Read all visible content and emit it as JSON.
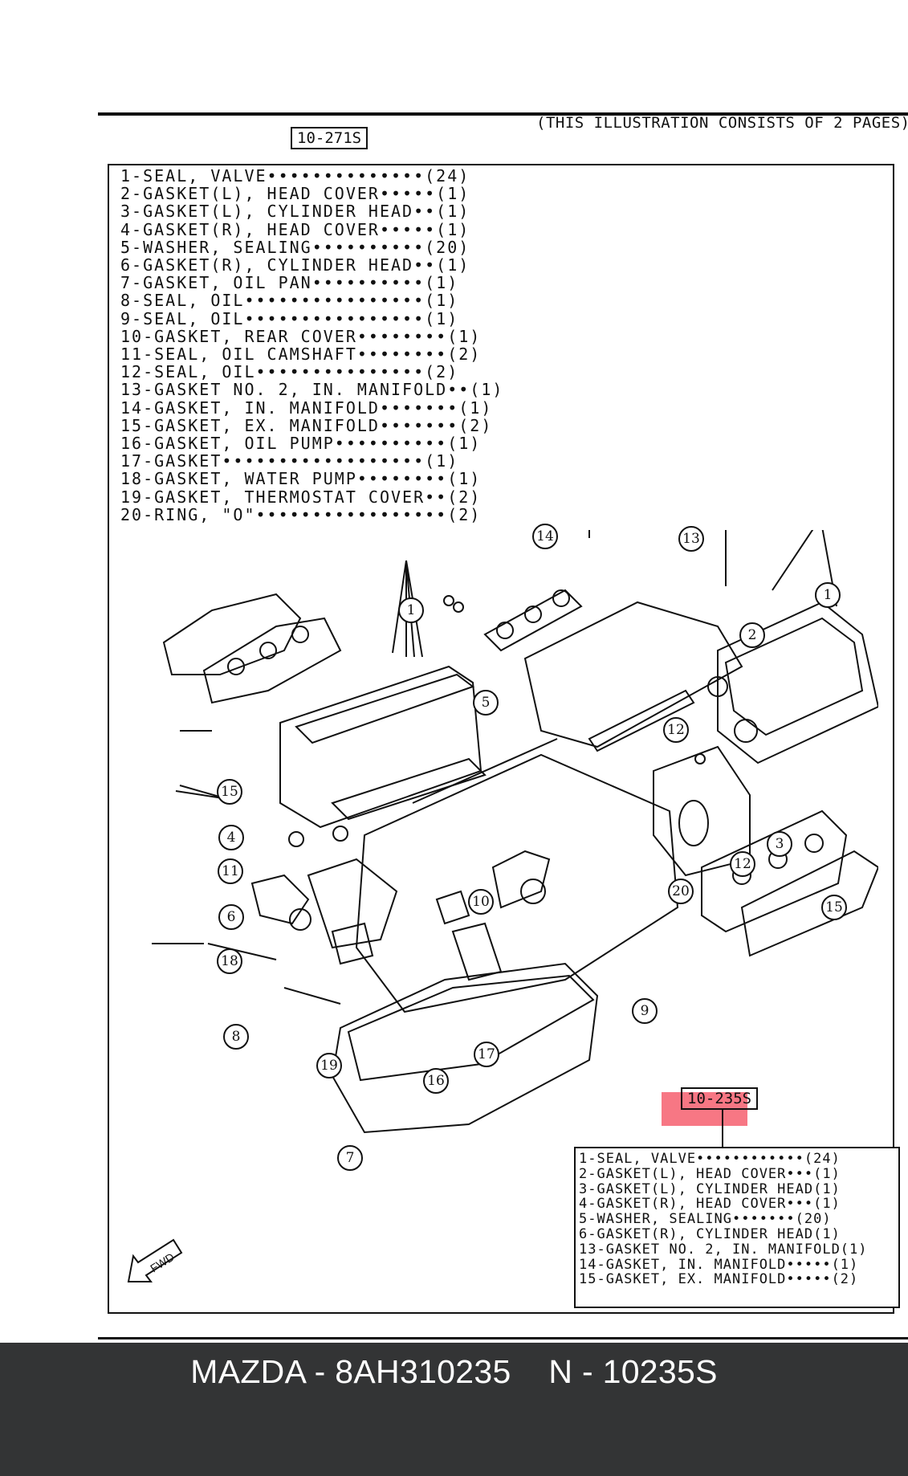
{
  "header": {
    "note": "(THIS ILLUSTRATION CONSISTS OF  2 PAGES)",
    "kit_code_main": "10-271S",
    "kit_code_sub": "10-235S"
  },
  "parts_list_main": [
    "1-SEAL, VALVE••••••••••••••(24)",
    "2-GASKET(L), HEAD COVER•••••(1)",
    "3-GASKET(L), CYLINDER HEAD••(1)",
    "4-GASKET(R), HEAD COVER•••••(1)",
    "5-WASHER, SEALING••••••••••(20)",
    "6-GASKET(R), CYLINDER HEAD••(1)",
    "7-GASKET, OIL PAN••••••••••(1)",
    "8-SEAL, OIL••••••••••••••••(1)",
    "9-SEAL, OIL••••••••••••••••(1)",
    "10-GASKET, REAR COVER••••••••(1)",
    "11-SEAL, OIL CAMSHAFT••••••••(2)",
    "12-SEAL, OIL•••••••••••••••(2)",
    "13-GASKET NO. 2, IN. MANIFOLD••(1)",
    "14-GASKET, IN. MANIFOLD•••••••(1)",
    "15-GASKET, EX. MANIFOLD•••••••(2)",
    "16-GASKET, OIL PUMP••••••••••(1)",
    "17-GASKET••••••••••••••••••(1)",
    "18-GASKET, WATER PUMP••••••••(1)",
    "19-GASKET, THERMOSTAT COVER••(2)",
    "20-RING, \"O\"•••••••••••••••••(2)"
  ],
  "parts_list_sub": [
    "1-SEAL, VALVE••••••••••••(24)",
    "2-GASKET(L), HEAD COVER•••(1)",
    "3-GASKET(L), CYLINDER HEAD(1)",
    "4-GASKET(R), HEAD COVER•••(1)",
    "5-WASHER, SEALING•••••••(20)",
    "6-GASKET(R), CYLINDER HEAD(1)",
    "13-GASKET NO. 2, IN. MANIFOLD(1)",
    "14-GASKET, IN. MANIFOLD•••••(1)",
    "15-GASKET, EX. MANIFOLD•••••(2)"
  ],
  "callouts": [
    "1",
    "1",
    "2",
    "3",
    "4",
    "5",
    "6",
    "7",
    "8",
    "9",
    "10",
    "11",
    "12",
    "12",
    "13",
    "14",
    "15",
    "15",
    "16",
    "17",
    "18",
    "19",
    "20"
  ],
  "fwd_label": "FWD",
  "footer": {
    "text": "MAZDA - 8AH310235    N - 10235S",
    "background": "#333435",
    "highlight_color": "#f44354"
  }
}
